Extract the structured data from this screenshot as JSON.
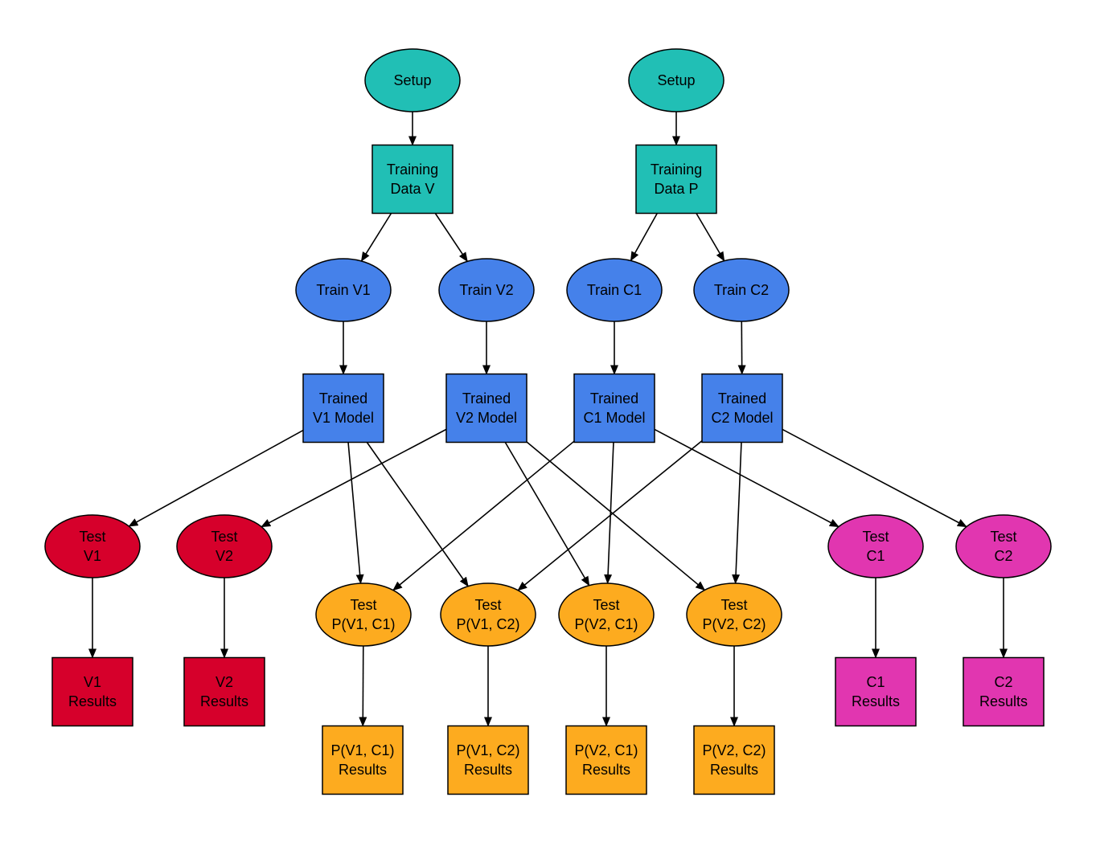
{
  "colors": {
    "teal": "#21bfb5",
    "blue": "#4581ea",
    "red": "#d6002b",
    "orange": "#fdab1f",
    "magenta": "#e136b0",
    "stroke": "#000000"
  },
  "nodes": [
    {
      "id": "setup-v",
      "shape": "ellipse",
      "color": "teal",
      "lines": [
        "Setup"
      ]
    },
    {
      "id": "setup-p",
      "shape": "ellipse",
      "color": "teal",
      "lines": [
        "Setup"
      ]
    },
    {
      "id": "training-data-v",
      "shape": "box",
      "color": "teal",
      "lines": [
        "Training",
        "Data V"
      ]
    },
    {
      "id": "training-data-p",
      "shape": "box",
      "color": "teal",
      "lines": [
        "Training",
        "Data P"
      ]
    },
    {
      "id": "train-v1",
      "shape": "ellipse",
      "color": "blue",
      "lines": [
        "Train V1"
      ]
    },
    {
      "id": "train-v2",
      "shape": "ellipse",
      "color": "blue",
      "lines": [
        "Train V2"
      ]
    },
    {
      "id": "train-c1",
      "shape": "ellipse",
      "color": "blue",
      "lines": [
        "Train C1"
      ]
    },
    {
      "id": "train-c2",
      "shape": "ellipse",
      "color": "blue",
      "lines": [
        "Train C2"
      ]
    },
    {
      "id": "trained-v1",
      "shape": "box",
      "color": "blue",
      "lines": [
        "Trained",
        "V1 Model"
      ]
    },
    {
      "id": "trained-v2",
      "shape": "box",
      "color": "blue",
      "lines": [
        "Trained",
        "V2 Model"
      ]
    },
    {
      "id": "trained-c1",
      "shape": "box",
      "color": "blue",
      "lines": [
        "Trained",
        "C1 Model"
      ]
    },
    {
      "id": "trained-c2",
      "shape": "box",
      "color": "blue",
      "lines": [
        "Trained",
        "C2 Model"
      ]
    },
    {
      "id": "test-v1",
      "shape": "ellipse",
      "color": "red",
      "lines": [
        "Test",
        "V1"
      ]
    },
    {
      "id": "test-v2",
      "shape": "ellipse",
      "color": "red",
      "lines": [
        "Test",
        "V2"
      ]
    },
    {
      "id": "test-p-v1-c1",
      "shape": "ellipse",
      "color": "orange",
      "lines": [
        "Test",
        "P(V1, C1)"
      ]
    },
    {
      "id": "test-p-v1-c2",
      "shape": "ellipse",
      "color": "orange",
      "lines": [
        "Test",
        "P(V1, C2)"
      ]
    },
    {
      "id": "test-p-v2-c1",
      "shape": "ellipse",
      "color": "orange",
      "lines": [
        "Test",
        "P(V2, C1)"
      ]
    },
    {
      "id": "test-p-v2-c2",
      "shape": "ellipse",
      "color": "orange",
      "lines": [
        "Test",
        "P(V2, C2)"
      ]
    },
    {
      "id": "test-c1",
      "shape": "ellipse",
      "color": "magenta",
      "lines": [
        "Test",
        "C1"
      ]
    },
    {
      "id": "test-c2",
      "shape": "ellipse",
      "color": "magenta",
      "lines": [
        "Test",
        "C2"
      ]
    },
    {
      "id": "v1-results",
      "shape": "box",
      "color": "red",
      "lines": [
        "V1",
        "Results"
      ]
    },
    {
      "id": "v2-results",
      "shape": "box",
      "color": "red",
      "lines": [
        "V2",
        "Results"
      ]
    },
    {
      "id": "p-v1-c1-results",
      "shape": "box",
      "color": "orange",
      "lines": [
        "P(V1, C1)",
        "Results"
      ]
    },
    {
      "id": "p-v1-c2-results",
      "shape": "box",
      "color": "orange",
      "lines": [
        "P(V1, C2)",
        "Results"
      ]
    },
    {
      "id": "p-v2-c1-results",
      "shape": "box",
      "color": "orange",
      "lines": [
        "P(V2, C1)",
        "Results"
      ]
    },
    {
      "id": "p-v2-c2-results",
      "shape": "box",
      "color": "orange",
      "lines": [
        "P(V2, C2)",
        "Results"
      ]
    },
    {
      "id": "c1-results",
      "shape": "box",
      "color": "magenta",
      "lines": [
        "C1",
        "Results"
      ]
    },
    {
      "id": "c2-results",
      "shape": "box",
      "color": "magenta",
      "lines": [
        "C2",
        "Results"
      ]
    }
  ],
  "edges": [
    [
      "setup-v",
      "training-data-v"
    ],
    [
      "setup-p",
      "training-data-p"
    ],
    [
      "training-data-v",
      "train-v1"
    ],
    [
      "training-data-v",
      "train-v2"
    ],
    [
      "training-data-p",
      "train-c1"
    ],
    [
      "training-data-p",
      "train-c2"
    ],
    [
      "train-v1",
      "trained-v1"
    ],
    [
      "train-v2",
      "trained-v2"
    ],
    [
      "train-c1",
      "trained-c1"
    ],
    [
      "train-c2",
      "trained-c2"
    ],
    [
      "trained-v1",
      "test-v1"
    ],
    [
      "trained-v1",
      "test-p-v1-c1"
    ],
    [
      "trained-v1",
      "test-p-v1-c2"
    ],
    [
      "trained-v2",
      "test-v2"
    ],
    [
      "trained-v2",
      "test-p-v2-c1"
    ],
    [
      "trained-v2",
      "test-p-v2-c2"
    ],
    [
      "trained-c1",
      "test-p-v1-c1"
    ],
    [
      "trained-c1",
      "test-p-v2-c1"
    ],
    [
      "trained-c1",
      "test-c1"
    ],
    [
      "trained-c2",
      "test-p-v1-c2"
    ],
    [
      "trained-c2",
      "test-p-v2-c2"
    ],
    [
      "trained-c2",
      "test-c2"
    ],
    [
      "test-v1",
      "v1-results"
    ],
    [
      "test-v2",
      "v2-results"
    ],
    [
      "test-p-v1-c1",
      "p-v1-c1-results"
    ],
    [
      "test-p-v1-c2",
      "p-v1-c2-results"
    ],
    [
      "test-p-v2-c1",
      "p-v2-c1-results"
    ],
    [
      "test-p-v2-c2",
      "p-v2-c2-results"
    ],
    [
      "test-c1",
      "c1-results"
    ],
    [
      "test-c2",
      "c2-results"
    ]
  ]
}
